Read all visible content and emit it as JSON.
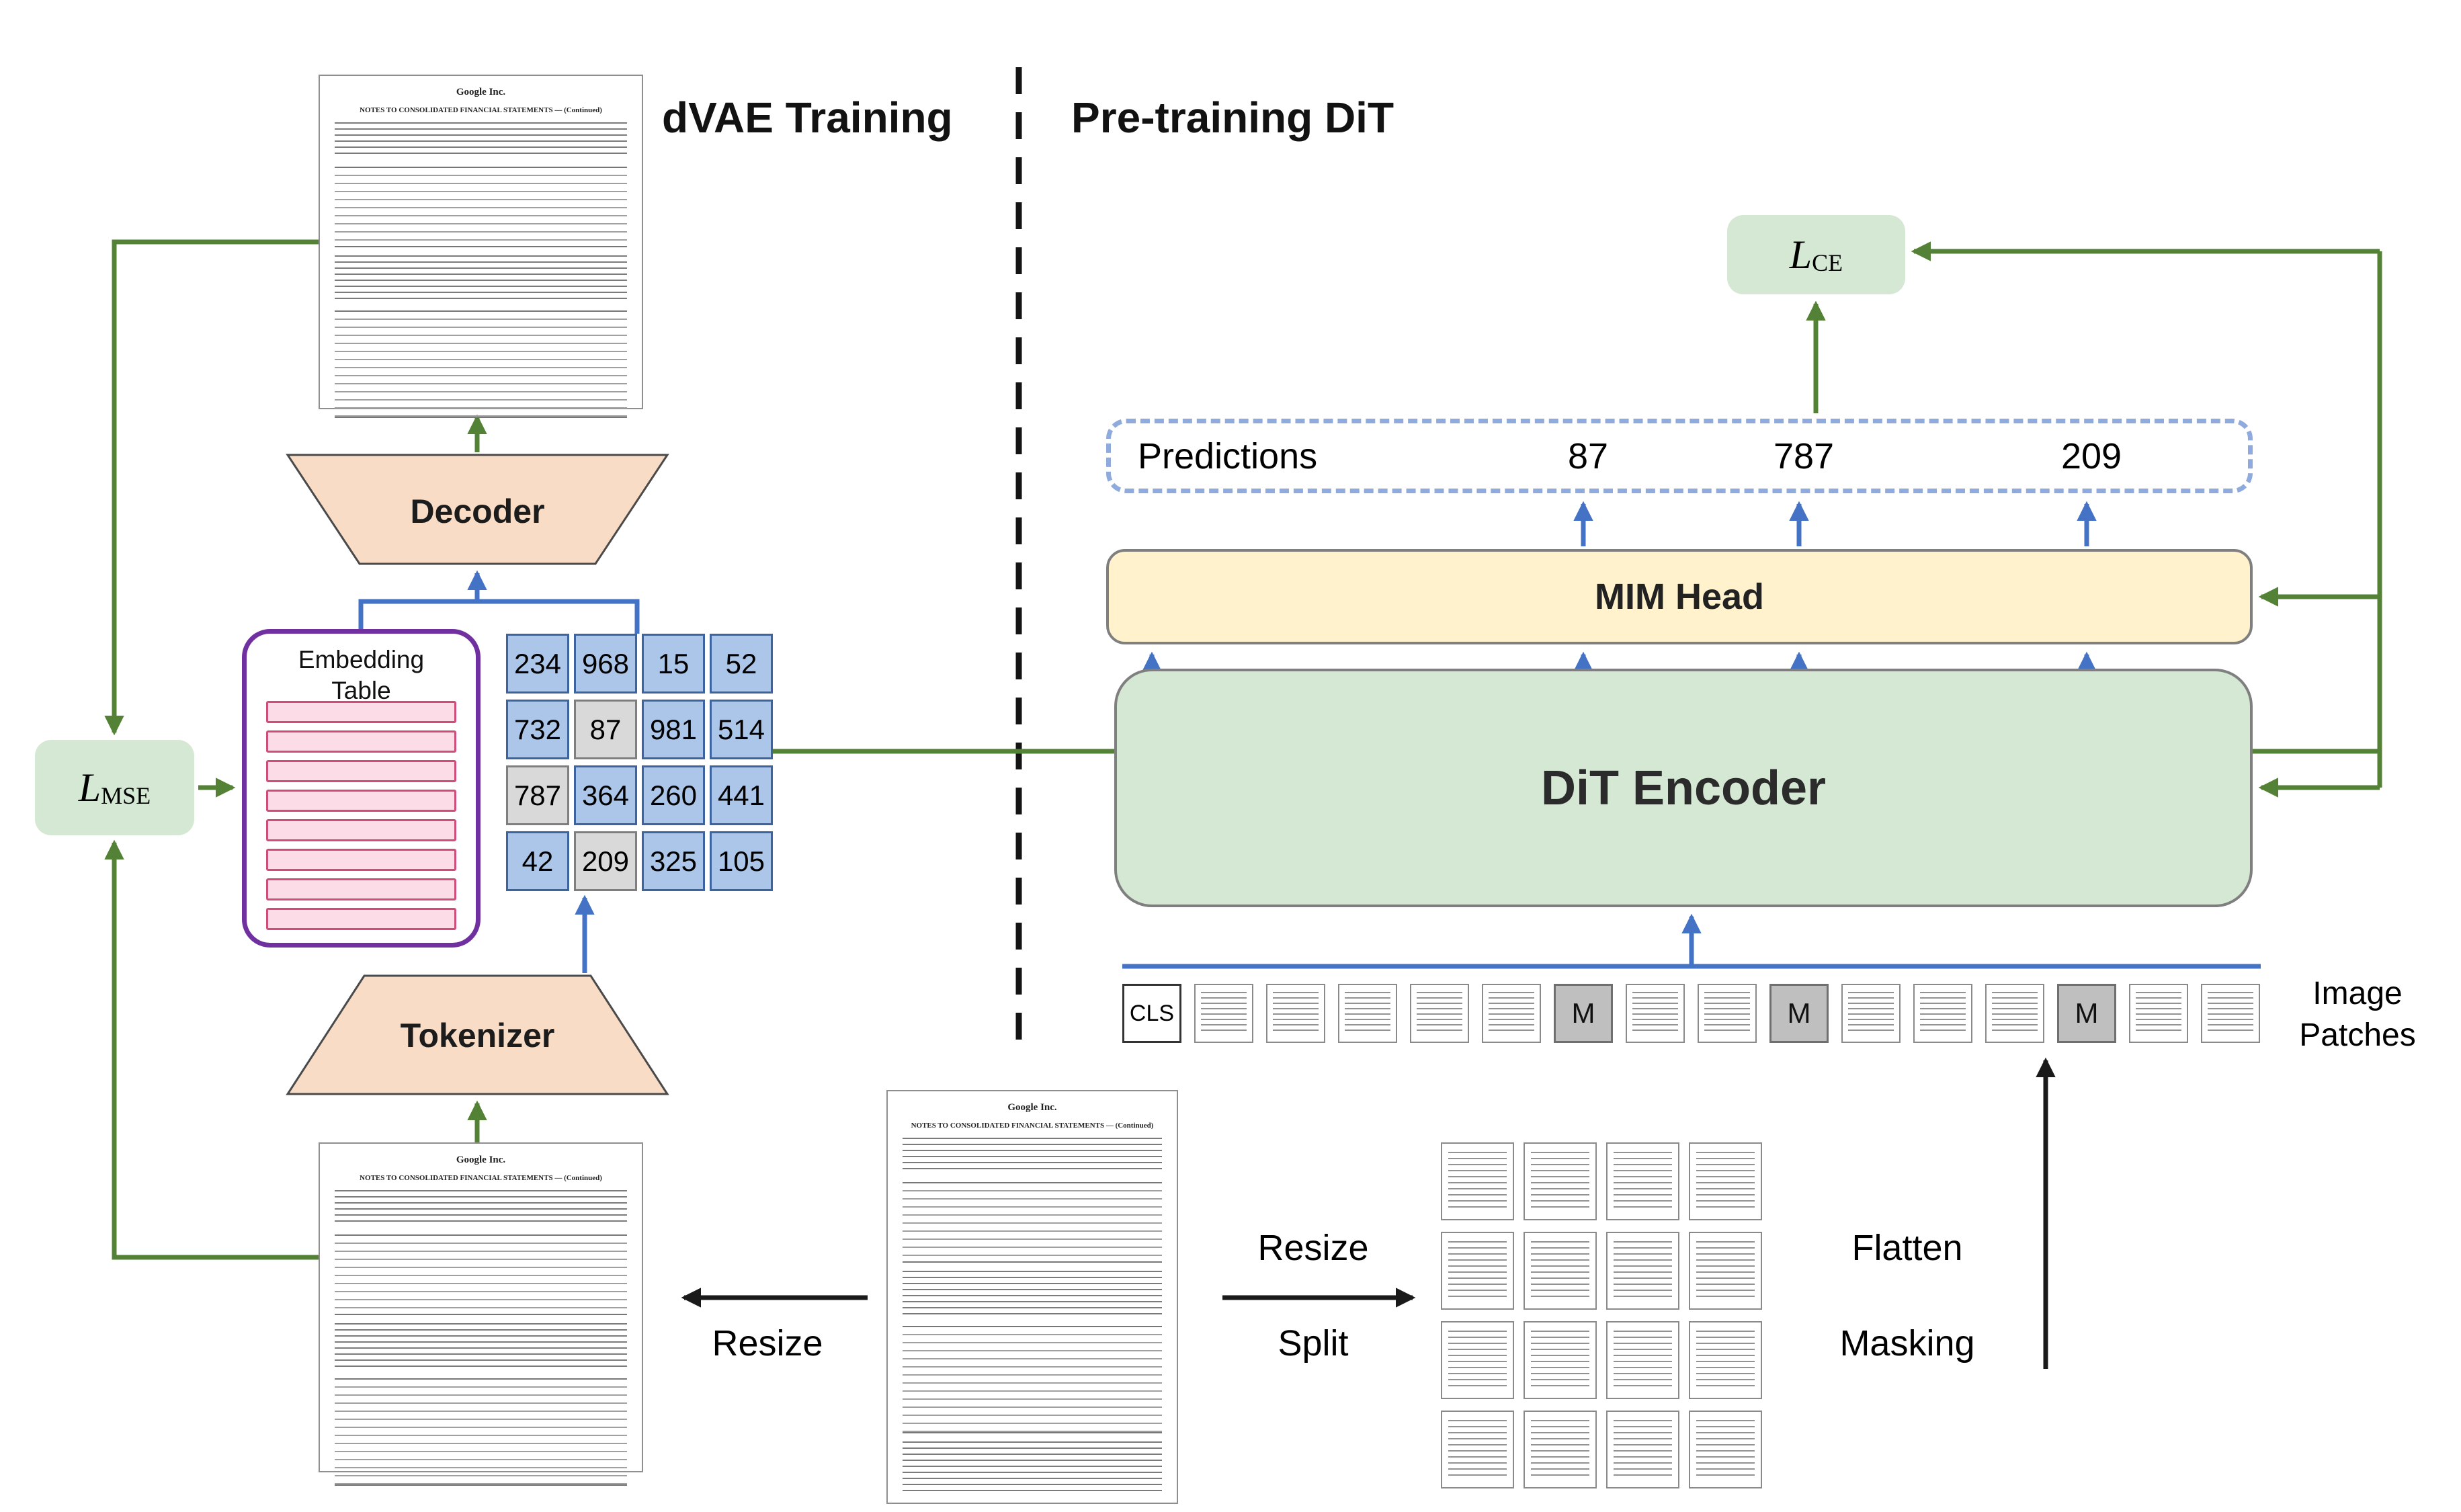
{
  "titles": {
    "left": "dVAE Training",
    "right": "Pre-training DiT"
  },
  "losses": {
    "mse": {
      "symbol": "L",
      "sub": "MSE"
    },
    "ce": {
      "symbol": "L",
      "sub": "CE"
    }
  },
  "dvae": {
    "decoder_label": "Decoder",
    "tokenizer_label": "Tokenizer",
    "embedding_table": {
      "title_line1": "Embedding",
      "title_line2": "Table",
      "rows": 8
    },
    "token_grid": {
      "values": [
        [
          "234",
          "968",
          "15",
          "52"
        ],
        [
          "732",
          "87",
          "981",
          "514"
        ],
        [
          "787",
          "364",
          "260",
          "441"
        ],
        [
          "42",
          "209",
          "325",
          "105"
        ]
      ],
      "masked_cells": [
        [
          1,
          1
        ],
        [
          2,
          0
        ],
        [
          3,
          1
        ]
      ]
    }
  },
  "dit": {
    "predictions_label": "Predictions",
    "predictions": [
      "87",
      "787",
      "209"
    ],
    "mim_head_label": "MIM Head",
    "encoder_label": "DiT Encoder",
    "cls_label": "CLS",
    "mask_label": "M",
    "patch_row": [
      "CLS",
      "P",
      "P",
      "P",
      "P",
      "P",
      "M",
      "P",
      "P",
      "M",
      "P",
      "P",
      "P",
      "M",
      "P",
      "P"
    ],
    "split_grid": {
      "rows": 4,
      "cols": 4
    },
    "image_patches_label_line1": "Image",
    "image_patches_label_line2": "Patches"
  },
  "process": {
    "resize_left": "Resize",
    "resize_right": "Resize",
    "split": "Split",
    "flatten": "Flatten",
    "masking": "Masking"
  },
  "document": {
    "company": "Google Inc.",
    "heading": "NOTES TO CONSOLIDATED FINANCIAL STATEMENTS — (Continued)"
  },
  "colors": {
    "arrow_green": "#538135",
    "arrow_blue": "#4472C4",
    "arrow_black": "#1a1a1a",
    "loss_box_fill": "#D5E8D4",
    "mim_head_fill": "#FFF2CC",
    "encoder_fill": "#D5E8D4",
    "trapezoid_fill": "#F8DCC5",
    "token_cell_fill": "#ABC6E9",
    "masked_cell_fill": "#D9D9D9",
    "mask_patch_fill": "#BFBFBF",
    "embedding_border": "#7030A0",
    "embedding_row": "#CF4D79",
    "predictions_border": "#8FAADC"
  }
}
